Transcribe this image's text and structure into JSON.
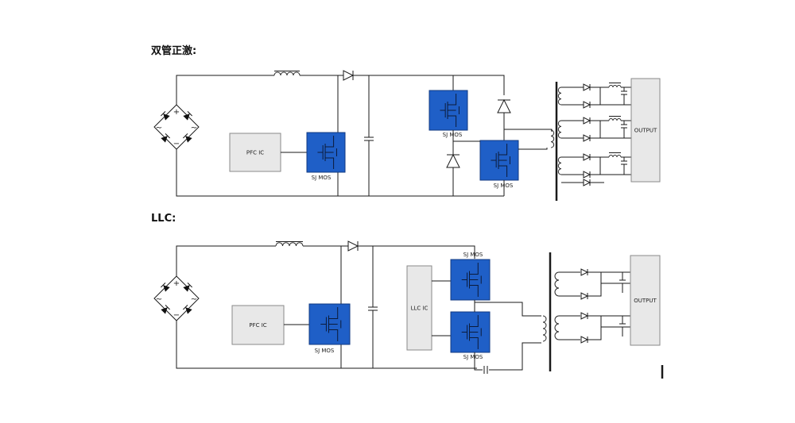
{
  "headings": {
    "forward": "双管正激:",
    "llc": "LLC:"
  },
  "labels": {
    "pfc_ic": "PFC IC",
    "llc_ic": "LLC IC",
    "sj_mos": "SJ MOS",
    "output": "OUTPUT",
    "plus": "+",
    "minus": "−",
    "tilde": "~"
  },
  "colors": {
    "mosfet_fill": "#1f5fc7",
    "mosfet_stroke": "#123a80",
    "ic_fill": "#e8e8e8",
    "ic_stroke": "#8a8a8a",
    "wire": "#1a1a1a"
  }
}
